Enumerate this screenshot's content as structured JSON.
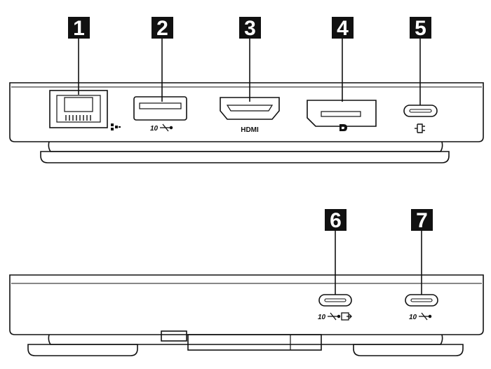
{
  "front_view": {
    "callouts": [
      {
        "id": "1",
        "port": "ethernet"
      },
      {
        "id": "2",
        "port": "usb-a-10gbps"
      },
      {
        "id": "3",
        "port": "hdmi"
      },
      {
        "id": "4",
        "port": "displayport"
      },
      {
        "id": "5",
        "port": "usb-c-power"
      }
    ],
    "labels": {
      "usb_speed": "10",
      "hdmi": "HDMI"
    },
    "icons": [
      "ethernet-icon",
      "usb-icon",
      "displayport-icon",
      "power-plug-icon"
    ]
  },
  "rear_view": {
    "callouts": [
      {
        "id": "6",
        "port": "usb-c-10gbps-display"
      },
      {
        "id": "7",
        "port": "usb-c-10gbps"
      }
    ],
    "labels": {
      "usb_speed_6": "10",
      "usb_speed_7": "10"
    },
    "icons": [
      "usb-icon",
      "display-out-icon"
    ]
  },
  "colors": {
    "line": "#111111",
    "callout_bg": "#111111",
    "callout_text": "#ffffff",
    "background": "#ffffff"
  }
}
